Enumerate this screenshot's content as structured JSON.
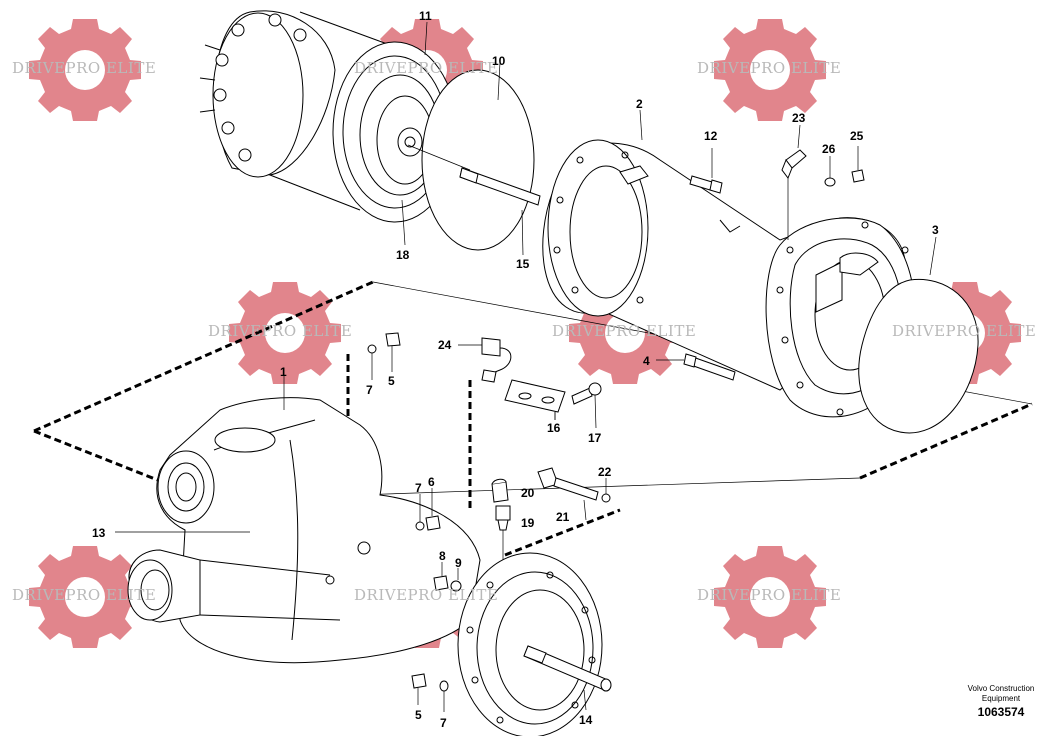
{
  "watermark": {
    "label": "DRIVEPRO ELITE",
    "gear_color": "#e07f86",
    "text_color": "#b9b9b9"
  },
  "brand": {
    "line1": "Volvo Construction",
    "line2": "Equipment"
  },
  "document_number": "1063574",
  "callouts": [
    {
      "id": "c11",
      "label": "11"
    },
    {
      "id": "c10",
      "label": "10"
    },
    {
      "id": "c2",
      "label": "2"
    },
    {
      "id": "c12",
      "label": "12"
    },
    {
      "id": "c23",
      "label": "23"
    },
    {
      "id": "c26",
      "label": "26"
    },
    {
      "id": "c25",
      "label": "25"
    },
    {
      "id": "c18",
      "label": "18"
    },
    {
      "id": "c15",
      "label": "15"
    },
    {
      "id": "c3",
      "label": "3"
    },
    {
      "id": "c24",
      "label": "24"
    },
    {
      "id": "c4",
      "label": "4"
    },
    {
      "id": "c1",
      "label": "1"
    },
    {
      "id": "c7a",
      "label": "7"
    },
    {
      "id": "c5a",
      "label": "5"
    },
    {
      "id": "c16",
      "label": "16"
    },
    {
      "id": "c17",
      "label": "17"
    },
    {
      "id": "c7b",
      "label": "7"
    },
    {
      "id": "c6",
      "label": "6"
    },
    {
      "id": "c20",
      "label": "20"
    },
    {
      "id": "c22",
      "label": "22"
    },
    {
      "id": "c19",
      "label": "19"
    },
    {
      "id": "c21",
      "label": "21"
    },
    {
      "id": "c13",
      "label": "13"
    },
    {
      "id": "c8",
      "label": "8"
    },
    {
      "id": "c9",
      "label": "9"
    },
    {
      "id": "c5b",
      "label": "5"
    },
    {
      "id": "c7c",
      "label": "7"
    },
    {
      "id": "c14",
      "label": "14"
    }
  ]
}
